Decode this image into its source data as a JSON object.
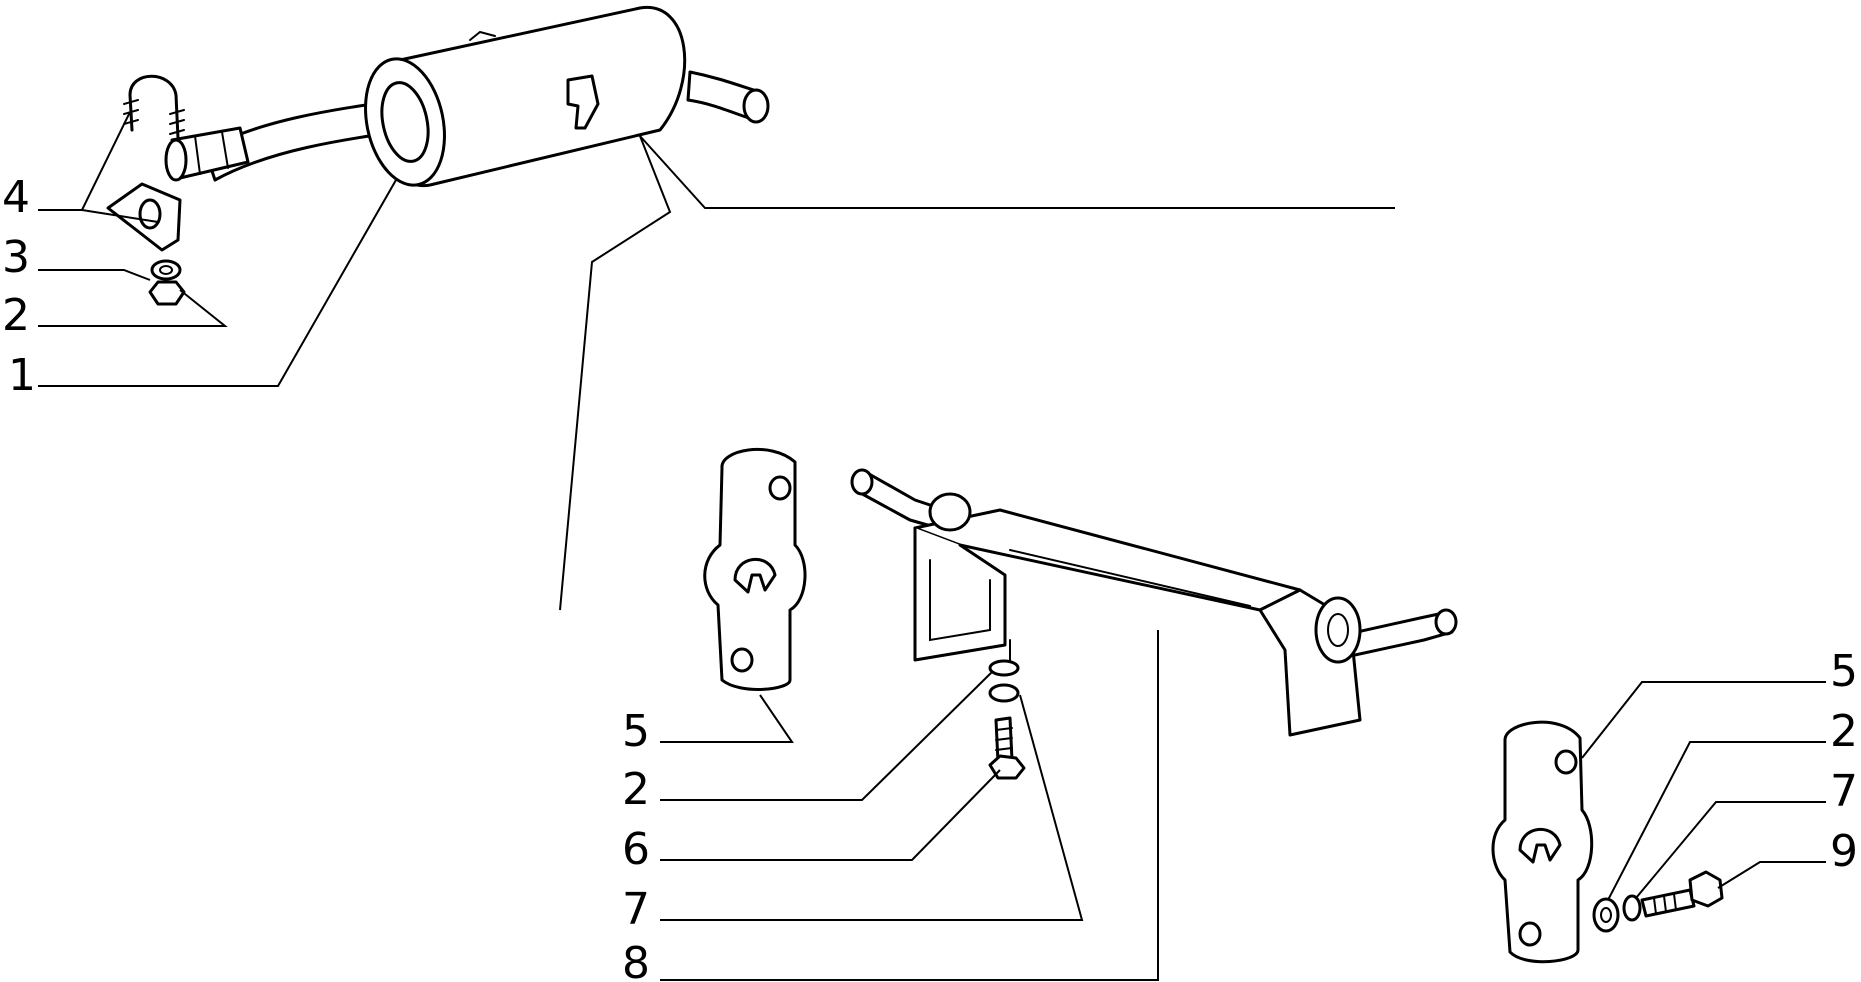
{
  "callouts": {
    "c4": "4",
    "c3": "3",
    "c2_left": "2",
    "c1": "1",
    "c5_mid": "5",
    "c2_mid": "2",
    "c6": "6",
    "c7_mid": "7",
    "c8": "8",
    "c5_right": "5",
    "c2_right": "2",
    "c7_right": "7",
    "c9": "9"
  }
}
